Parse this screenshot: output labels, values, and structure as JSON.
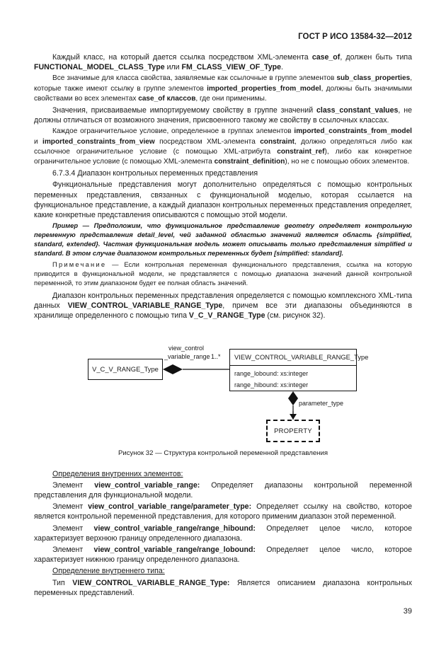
{
  "header": {
    "standard": "ГОСТ Р ИСО 13584-32—2012"
  },
  "paragraphs": {
    "p1": {
      "t1": "Каждый класс, на который дается ссылка посредством XML-элемента ",
      "b1": "case_of",
      "t2": ", должен быть типа ",
      "b2": "FUNCTIONAL_MODEL_CLASS_Type",
      "t3": " или ",
      "b3": "FM_CLASS_VIEW_OF_Type",
      "t4": "."
    },
    "p2": {
      "t1": "Все значимые для класса свойства, заявляемые как ссылочные в группе элементов ",
      "b1": "sub_class_properties",
      "t2": ", которые также имеют ссылку в группе элементов ",
      "b2": "imported_properties_from_model",
      "t3": ", должны быть значимыми свойствами во всех элементах ",
      "b3": "case_of классов",
      "t4": ", где они применимы."
    },
    "p3": {
      "t1": "Значения, присваиваемые импортируемому свойству в группе значений ",
      "b1": "class_constant_values",
      "t2": ", не должны отличаться от возможного значения, присвоенного такому же свойству в ссылочных классах."
    },
    "p4": {
      "t1": "Каждое ограничительное условие, определенное в группах элементов ",
      "b1": "imported_constraints_from_model",
      "t2": " и ",
      "b2": "imported_constraints_from_view",
      "t3": " посредством XML-элемента ",
      "b3": "constraint",
      "t4": ", должно определяться либо как ссылочное ограничительное условие (с помощью XML-атрибута ",
      "b4": "constraint_ref",
      "t5": "), либо как конкретное ограничительное условие (с помощью XML-элемента ",
      "b5": "constraint_definition",
      "t6": "), но не с помощью обоих элементов."
    },
    "p5": {
      "t1": "6.7.3.4 Диапазон контрольных переменных представления"
    },
    "p6": {
      "t1": "Функциональные представления могут дополнительно определяться с помощью контрольных переменных представления, связанных с функциональной моделью, которая ссылается на функциональное представление, а каждый диапазон контрольных переменных представления определяет, какие конкретные представления описываются с помощью этой модели."
    },
    "p7": {
      "t1": "Пример — Предположим, что функциональное представление geometry определяет контрольную переменную представления detail_level, чей заданной областью значений является область {simplified, standard, extended}. Частная функциональная модель может описывать только представления simplified и standard. В этом случае диапазоном контрольных переменных будет [simplified: standard]."
    },
    "p8": {
      "label": "Примечание",
      "t1": " — Если контрольная переменная функционального представления, ссылка на которую приводится в функциональной модели, не представляется с помощью диапазона значений данной контрольной переменной, то этим диапазоном будет ее полная область значений."
    },
    "p9": {
      "t1": "Диапазон контрольных переменных представления определяется с помощью комплексного XML-типа данных ",
      "b1": "VIEW_CONTROL_VARIABLE_RANGE_Type",
      "t2": ", причем все эти диапазоны объединяются в хранилище определенного с помощью типа ",
      "b2": "V_C_V_RANGE_Type",
      "t3": " (см. рисунок 32)."
    }
  },
  "figure": {
    "left_box": "V_C_V_RANGE_Type",
    "assoc_label_1": "view_control",
    "assoc_label_2": "_variable_range",
    "multiplicity": "1..*",
    "right_box_title": "VIEW_CONTROL_VARIABLE_RANGE_Type",
    "attr_1": "range_lobound: xs:integer",
    "attr_2": "range_hibound: xs:integer",
    "down_label": "parameter_type",
    "dashed_box": "PROPERTY",
    "caption": "Рисунок 32 — Структура контрольной переменной представления"
  },
  "definitions": {
    "heading_internal": "Определения внутренних элементов:",
    "e1": {
      "t1": "Элемент ",
      "b1": "view_control_variable_range:",
      "t2": " Определяет диапазоны контрольной переменной представления для функциональной модели."
    },
    "e2": {
      "t1": "Элемент ",
      "b1": "view_control_variable_range/parameter_type:",
      "t2": " Определяет ссылку на свойство, которое является контрольной переменной представления, для которого применим диапазон этой переменной."
    },
    "e3": {
      "t1": "Элемент ",
      "b1": "view_control_variable_range/range_hibound:",
      "t2": " Определяет целое число, которое характеризует верхнюю границу определенного диапазона."
    },
    "e4": {
      "t1": "Элемент ",
      "b1": "view_control_variable_range/range_lobound:",
      "t2": " Определяет целое число, которое характеризует нижнюю границу определенного диапазона."
    },
    "heading_type": "Определение внутреннего типа:",
    "e5": {
      "t1": "Тип ",
      "b1": "VIEW_CONTROL_VARIABLE_RANGE_Type:",
      "t2": " Является описанием диапазона контрольных переменных представлений."
    }
  },
  "page_number": "39"
}
